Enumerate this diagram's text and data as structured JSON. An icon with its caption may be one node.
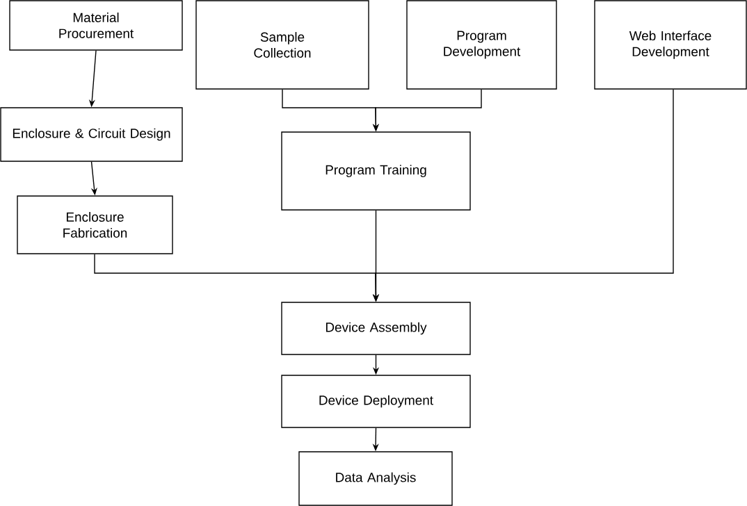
{
  "diagram": {
    "nodes": [
      {
        "text": [
          "Material Procurement"
        ]
      },
      {
        "text": [
          "Sample Collection"
        ]
      },
      {
        "text": [
          "Program Development"
        ]
      },
      {
        "text": [
          "Web Interface Development"
        ]
      },
      {
        "text": [
          "Enclosure & Circuit Design"
        ]
      },
      {
        "text": [
          "Program Training"
        ]
      },
      {
        "text": [
          "Enclosure Fabrication"
        ]
      },
      {
        "text": [
          "Device Assembly"
        ]
      },
      {
        "text": [
          "Device Deployment"
        ]
      },
      {
        "text": [
          "Data Analysis"
        ]
      }
    ],
    "edges": [
      {
        "from": 0,
        "to": 4,
        "arrow": "to"
      },
      {
        "from": 4,
        "to": 6,
        "arrow": "to"
      },
      {
        "from": 1,
        "to": 5,
        "arrow": "to"
      },
      {
        "from": 2,
        "to": 5,
        "arrow": "to"
      },
      {
        "from": 6,
        "to": 7,
        "arrow": "to"
      },
      {
        "from": 5,
        "to": 7,
        "arrow": "to"
      },
      {
        "from": 3,
        "to": 7,
        "arrow": "to"
      },
      {
        "from": 7,
        "to": 8,
        "arrow": "to"
      },
      {
        "from": 8,
        "to": 9,
        "arrow": "to"
      }
    ]
  }
}
